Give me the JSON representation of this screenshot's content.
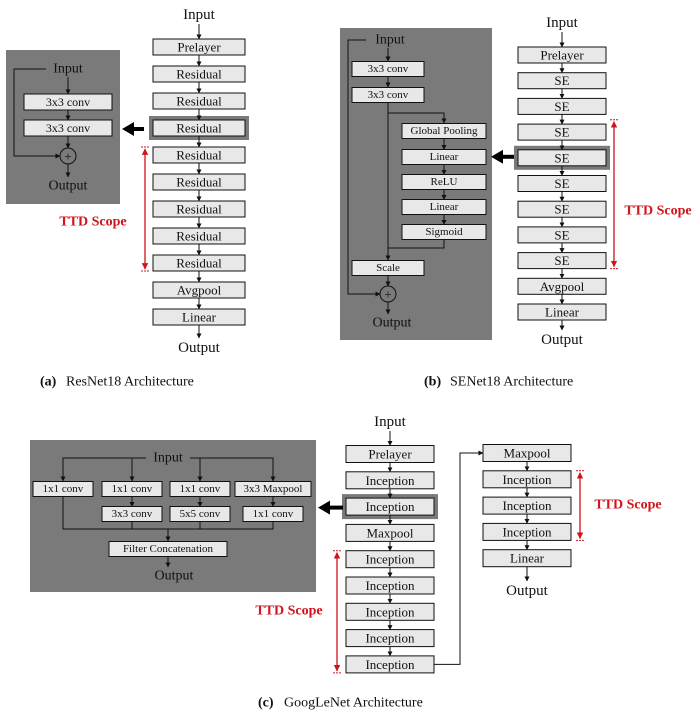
{
  "panel_a": {
    "chain_input": "Input",
    "chain_blocks": [
      "Prelayer",
      "Residual",
      "Residual",
      "Residual",
      "Residual",
      "Residual",
      "Residual",
      "Residual",
      "Residual",
      "Avgpool",
      "Linear"
    ],
    "chain_output": "Output",
    "detail_input": "Input",
    "detail_blocks": [
      "3x3 conv",
      "3x3 conv"
    ],
    "detail_output": "Output",
    "plus": "+",
    "ttd_label": "TTD Scope",
    "caption_bold": "(a)",
    "caption": "ResNet18 Architecture"
  },
  "panel_b": {
    "chain_input": "Input",
    "chain_blocks": [
      "Prelayer",
      "SE",
      "SE",
      "SE",
      "SE",
      "SE",
      "SE",
      "SE",
      "SE",
      "Avgpool",
      "Linear"
    ],
    "chain_output": "Output",
    "detail_input": "Input",
    "detail_convs": [
      "3x3 conv",
      "3x3 conv"
    ],
    "detail_se_blocks": [
      "Global Pooling",
      "Linear",
      "ReLU",
      "Linear",
      "Sigmoid"
    ],
    "detail_scale": "Scale",
    "detail_output": "Output",
    "plus": "+",
    "ttd_label": "TTD Scope",
    "caption_bold": "(b)",
    "caption": "SENet18 Architecture"
  },
  "panel_c": {
    "chain_input": "Input",
    "chain1_blocks": [
      "Prelayer",
      "Inception",
      "Inception",
      "Maxpool",
      "Inception",
      "Inception",
      "Inception",
      "Inception",
      "Inception"
    ],
    "chain2_blocks": [
      "Maxpool",
      "Inception",
      "Inception",
      "Inception",
      "Linear"
    ],
    "chain_output": "Output",
    "detail_input": "Input",
    "detail_top": [
      "1x1 conv",
      "1x1 conv",
      "1x1 conv",
      "3x3 Maxpool"
    ],
    "detail_mid": [
      "3x3 conv",
      "5x5 conv",
      "1x1 conv"
    ],
    "detail_concat": "Filter Concatenation",
    "detail_output": "Output",
    "ttd_label_1": "TTD Scope",
    "ttd_label_2": "TTD Scope",
    "caption_bold": "(c)",
    "caption": "GoogLeNet Architecture"
  }
}
